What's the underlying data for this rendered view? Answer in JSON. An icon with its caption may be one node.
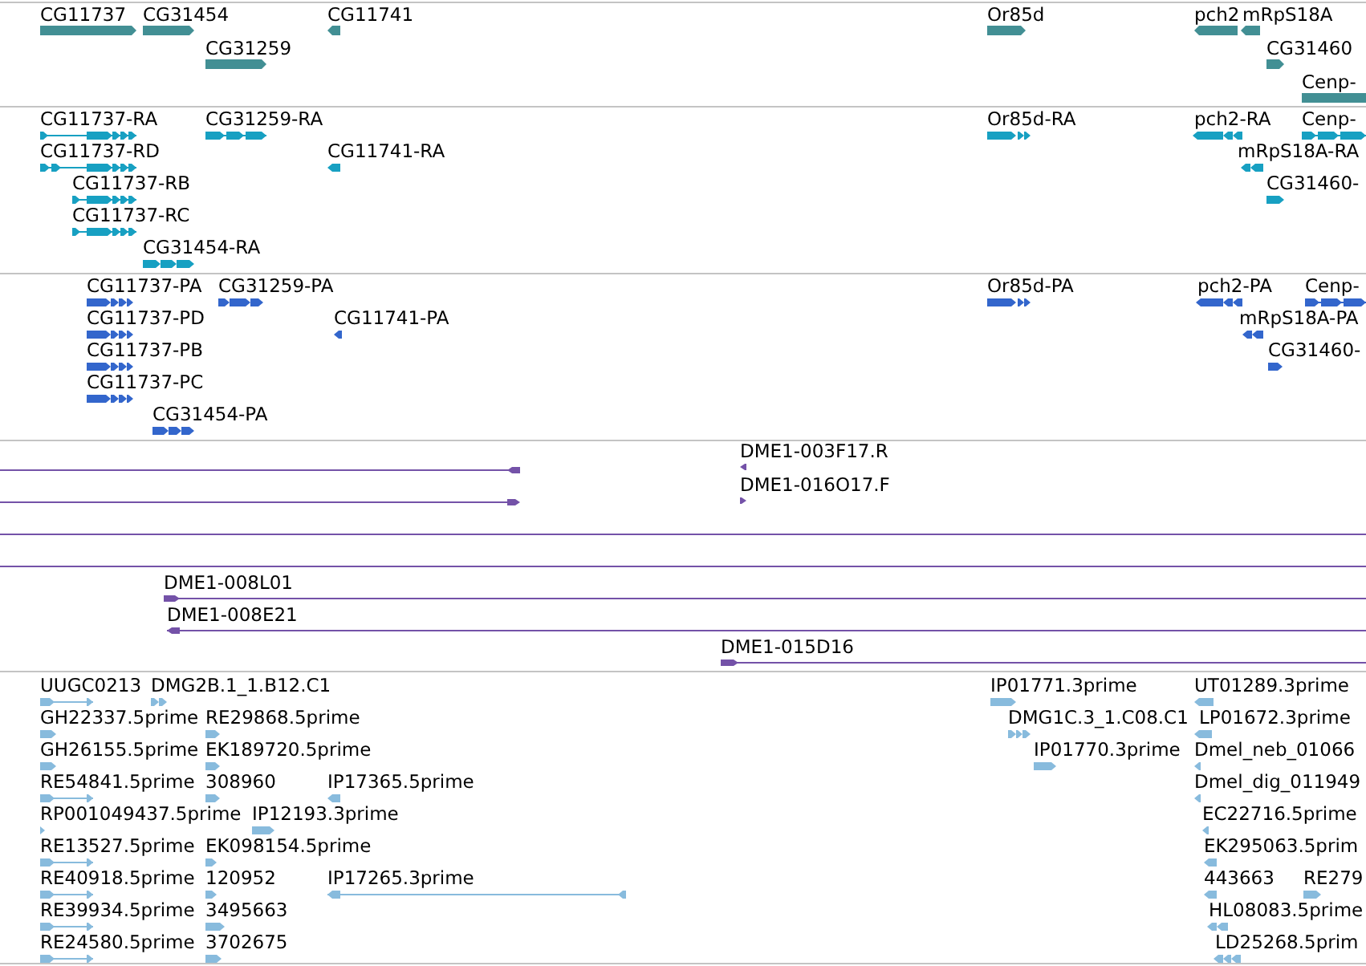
{
  "diagram": {
    "nodes": [
      {
        "text": [
          "CG11737"
        ]
      },
      {
        "text": [
          "CG31454"
        ]
      },
      {
        "text": [
          "CG11741"
        ]
      },
      {
        "text": [
          "Or85d"
        ]
      },
      {
        "text": [
          "pch2"
        ]
      },
      {
        "text": [
          "mRpS18A"
        ]
      },
      {
        "text": [
          "CG31259"
        ]
      },
      {
        "text": [
          "CG31460"
        ]
      },
      {
        "text": [
          "Cenp-"
        ]
      },
      {
        "text": [
          "CG11737-RA"
        ]
      },
      {
        "text": [
          "CG31259-RA"
        ]
      },
      {
        "text": [
          "Or85d-RA"
        ]
      },
      {
        "text": [
          "pch2-RA"
        ]
      },
      {
        "text": [
          "Cenp-"
        ]
      },
      {
        "text": [
          "CG11737-RD"
        ]
      },
      {
        "text": [
          "CG11741-RA"
        ]
      },
      {
        "text": [
          "mRpS18A-RA"
        ]
      },
      {
        "text": [
          "CG11737-RB"
        ]
      },
      {
        "text": [
          "CG31460-"
        ]
      },
      {
        "text": [
          "CG11737-RC"
        ]
      },
      {
        "text": [
          "CG31454-RA"
        ]
      },
      {
        "text": [
          "CG11737-PA"
        ]
      },
      {
        "text": [
          "CG31259-PA"
        ]
      },
      {
        "text": [
          "Or85d-PA"
        ]
      },
      {
        "text": [
          "pch2-PA"
        ]
      },
      {
        "text": [
          "Cenp-"
        ]
      },
      {
        "text": [
          "CG11737-PD"
        ]
      },
      {
        "text": [
          "CG11741-PA"
        ]
      },
      {
        "text": [
          "mRpS18A-PA"
        ]
      },
      {
        "text": [
          "CG11737-PB"
        ]
      },
      {
        "text": [
          "CG31460-"
        ]
      },
      {
        "text": [
          "CG11737-PC"
        ]
      },
      {
        "text": [
          "CG31454-PA"
        ]
      },
      {
        "text": [
          "DME1-003F17.R"
        ]
      },
      {
        "text": [],
        "shape": "bar"
      },
      {
        "text": [
          "DME1-016O17.F"
        ]
      },
      {
        "text": [],
        "shape": "bar"
      },
      {
        "text": [],
        "shape": "bar"
      },
      {
        "text": [],
        "shape": "bar"
      },
      {
        "text": [
          "DME1-008L01"
        ]
      },
      {
        "text": [
          "DME1-008E21"
        ]
      },
      {
        "text": [
          "DME1-015D16"
        ]
      },
      {
        "text": [
          "UUGC0213"
        ]
      },
      {
        "text": [
          "DMG2B.1_1.B12.C1"
        ]
      },
      {
        "text": [
          "IP01771.3prime"
        ]
      },
      {
        "text": [
          "UT01289.3prime"
        ]
      },
      {
        "text": [
          "GH22337.5prime"
        ]
      },
      {
        "text": [
          "RE29868.5prime"
        ]
      },
      {
        "text": [
          "DMG1C.3_1.C08.C1"
        ]
      },
      {
        "text": [
          "LP01672.3prime"
        ]
      },
      {
        "text": [
          "GH26155.5prime"
        ]
      },
      {
        "text": [
          "EK189720.5prime"
        ]
      },
      {
        "text": [
          "IP01770.3prime"
        ]
      },
      {
        "text": [
          "Dmel_neb_01066"
        ]
      },
      {
        "text": [
          "RE54841.5prime"
        ]
      },
      {
        "text": [
          "308960"
        ]
      },
      {
        "text": [
          "IP17365.5prime"
        ]
      },
      {
        "text": [
          "Dmel_dig_011949"
        ]
      },
      {
        "text": [
          "RP001049437.5prime"
        ]
      },
      {
        "text": [
          "IP12193.3prime"
        ]
      },
      {
        "text": [
          "EC22716.5prime"
        ]
      },
      {
        "text": [
          "RE13527.5prime"
        ]
      },
      {
        "text": [
          "EK098154.5prime"
        ]
      },
      {
        "text": [
          "EK295063.5prim"
        ]
      },
      {
        "text": [
          "RE40918.5prime"
        ]
      },
      {
        "text": [
          "120952"
        ]
      },
      {
        "text": [
          "IP17265.3prime"
        ]
      },
      {
        "text": [
          "443663"
        ]
      },
      {
        "text": [
          "RE279"
        ]
      },
      {
        "text": [
          "RE39934.5prime"
        ]
      },
      {
        "text": [
          "3495663"
        ]
      },
      {
        "text": [
          "HL08083.5prime"
        ]
      },
      {
        "text": [
          "RE24580.5prime"
        ]
      },
      {
        "text": [
          "3702675"
        ]
      },
      {
        "text": [
          "LD25268.5prim"
        ]
      }
    ]
  }
}
